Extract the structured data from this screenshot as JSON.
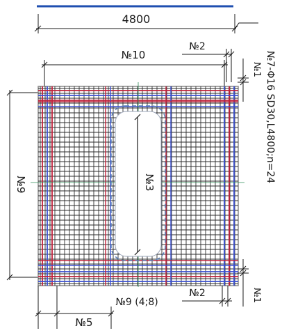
{
  "labels": {
    "overall_width": "4800",
    "n10": "№10",
    "n2_top": "№2",
    "n1_top": "№1",
    "n7_spec": "№7-Φ16 SD30,L4800;n=24",
    "n9_left": "№9",
    "n3": "№3",
    "n9_bottom": "№9 (4;8)",
    "n2_bottom": "№2",
    "n1_bottom": "№1",
    "n5": "№5"
  },
  "colors": {
    "dimension_line": "#1a1a1a",
    "top_accent_line": "#1f4fb0",
    "grid_dark": "#2b2b2b",
    "rebar_red": "#c0203a",
    "rebar_blue": "#3a4fd0",
    "opening_fill": "#ffffff",
    "centerline": "#2e8b57",
    "dashed_outline": "#5a7fb8"
  }
}
